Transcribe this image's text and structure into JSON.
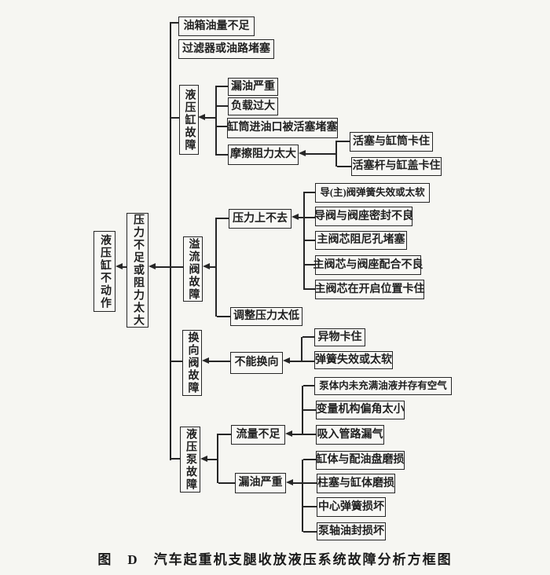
{
  "figure": {
    "caption": "图　D　汽车起重机支腿收放液压系统故障分析方框图"
  },
  "nodes": {
    "effect": "液压缸不动作",
    "pressure_or_resistance": "压力不足或阻力太大",
    "tank_oil_low": "油箱油量不足",
    "filter_or_line_clogged": "过滤器或油路堵塞",
    "cylinder_fault": "液压缸故障",
    "oil_leak_severe": "漏油严重",
    "overload": "负载过大",
    "inlet_port_blocked": "缸筒进油口被活塞堵塞",
    "friction_too_high": "摩擦阻力太大",
    "piston_stuck_barrel": "活塞与缸筒卡住",
    "rod_stuck_cover": "活塞杆与缸盖卡住",
    "relief_valve_fault": "溢流阀故障",
    "pressure_wont_rise": "压力上不去",
    "adjusted_pressure_low": "调整压力太低",
    "pilot_spring_fail": "导(主)阀弹簧失效或太软",
    "pilot_seat_seal_poor": "导阀与阀座密封不良",
    "main_spool_damp_hole_clog": "主阀芯阻尼孔堵塞",
    "main_spool_seat_fit_poor": "主阀芯与阀座配合不良",
    "main_spool_stuck_open": "主阀芯在开启位置卡住",
    "directional_valve_fault": "换向阀故障",
    "cannot_shift": "不能换向",
    "foreign_object_stuck": "异物卡住",
    "spring_fail_or_soft": "弹簧失效或太软",
    "pump_fault": "液压泵故障",
    "flow_insufficient": "流量不足",
    "pump_oil_leak_severe": "漏油严重",
    "pump_air_in_body": "泵体内未充满油液并存有空气",
    "variable_mech_angle_small": "变量机构偏角太小",
    "suction_line_air_leak": "吸入管路漏气",
    "block_port_plate_wear": "缸体与配油盘磨损",
    "plunger_block_wear": "柱塞与缸体磨损",
    "center_spring_broken": "中心弹簧损坏",
    "shaft_oil_seal_broken": "泵轴油封损坏"
  }
}
